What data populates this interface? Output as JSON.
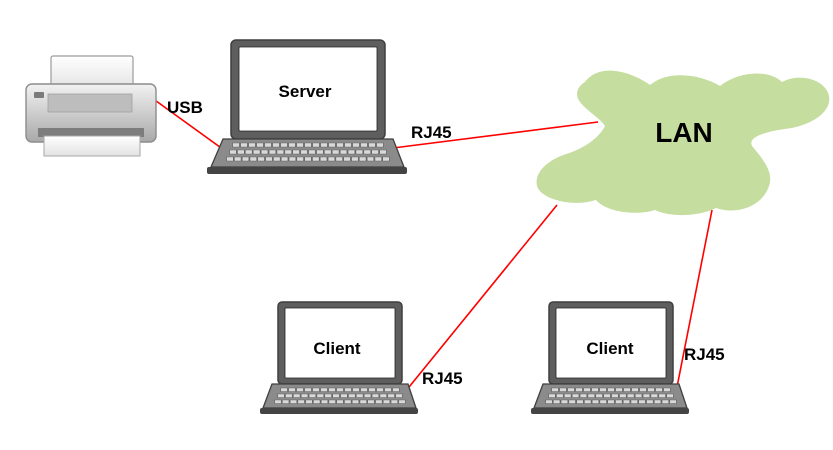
{
  "nodes": {
    "printer": {
      "kind": "printer"
    },
    "server": {
      "kind": "laptop",
      "label": "Server"
    },
    "client_left": {
      "kind": "laptop",
      "label": "Client"
    },
    "client_right": {
      "kind": "laptop",
      "label": "Client"
    },
    "lan": {
      "kind": "cloud",
      "label": "LAN",
      "color": "#c5dd9e"
    }
  },
  "links": [
    {
      "from": "printer",
      "to": "server",
      "label": "USB",
      "color": "#ff0000"
    },
    {
      "from": "server",
      "to": "lan",
      "label": "RJ45",
      "color": "#ff0000"
    },
    {
      "from": "client_left",
      "to": "lan",
      "label": "RJ45",
      "color": "#ff0000"
    },
    {
      "from": "client_right",
      "to": "lan",
      "label": "RJ45",
      "color": "#ff0000"
    }
  ]
}
